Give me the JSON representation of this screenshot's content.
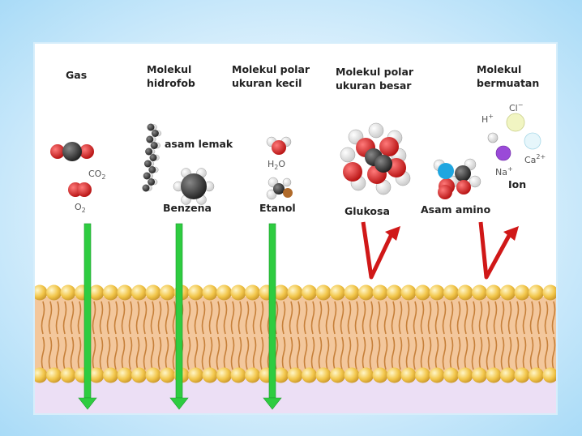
{
  "headers": {
    "gas": "Gas",
    "hydrophobic": [
      "Molekul",
      "hidrofob"
    ],
    "small_polar": [
      "Molekul polar",
      "ukuran kecil"
    ],
    "large_polar": [
      "Molekul polar",
      "ukuran besar"
    ],
    "charged": [
      "Molekul",
      "bermuatan"
    ]
  },
  "labels": {
    "co2": "CO",
    "co2_sub": "2",
    "o2": "O",
    "o2_sub": "2",
    "fatty_acid": "asam lemak",
    "benzene": "Benzena",
    "h2o_h": "H",
    "h2o_sub": "2",
    "h2o_o": "O",
    "ethanol": "Etanol",
    "glucose": "Glukosa",
    "amino_acid": "Asam amino",
    "h_ion": "H",
    "h_sup": "+",
    "cl_ion": "Cl",
    "cl_sup": "−",
    "na_ion": "Na",
    "na_sup": "+",
    "ca_ion": "Ca",
    "ca_sup": "2+",
    "ion": "Ion"
  },
  "colors": {
    "pass_arrow": "#2ecc40",
    "block_arrow": "#d01818",
    "lipid_head": "#f2c64a",
    "lipid_tail": "#d98a3a",
    "inner_fluid": "#ecdff5",
    "oxygen": "#d61b1b",
    "carbon": "#333333"
  }
}
